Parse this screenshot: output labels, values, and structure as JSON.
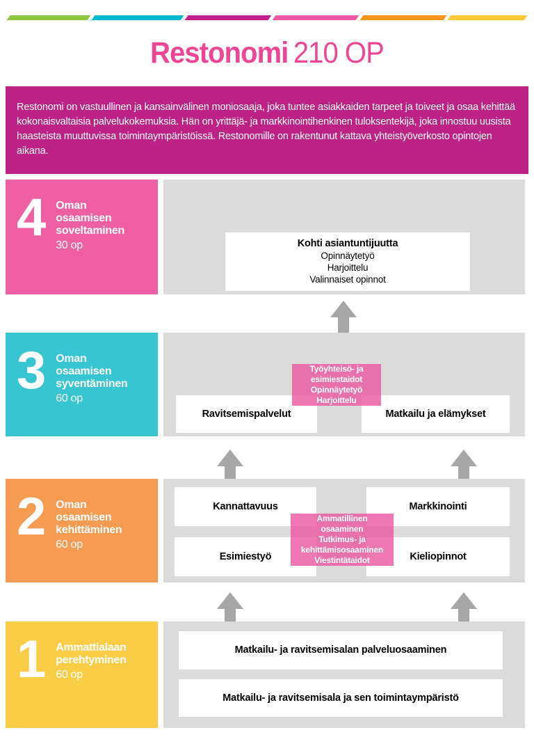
{
  "header": {
    "title_main": "Restonomi",
    "title_suffix": "210 OP"
  },
  "intro": {
    "text": "Restonomi on vastuullinen ja kansainvälinen moniosaaja, joka tuntee asiakkaiden tarpeet ja toiveet ja osaa kehittää kokonaisvaltaisia palvelukokemuksia. Hän on yrittäjä- ja markkinointihenkinen tuloksentekijä, joka innostuu uusista haasteista muuttuvissa toimintaympäristöissä. Restonomille on rakentunut kattava yhteistyöverkosto opintojen aikana."
  },
  "stripe": {
    "colors": [
      "#8DC63F",
      "#00B9CE",
      "#C11C8B",
      "#EE5AA4",
      "#F7941E",
      "#FEC832"
    ]
  },
  "colors": {
    "title_pink": "#EE4695",
    "intro_bg": "#BE2286",
    "level4_pink": "#EF60A3",
    "level3_cyan": "#36C5D1",
    "level2_orange": "#F59B52",
    "level1_yellow": "#FBCD46",
    "panel_gray": "#DBDBDB",
    "arrow_gray": "#A7A7A7",
    "overlay_pink": "#EC569F"
  },
  "levels": [
    {
      "number": "4",
      "title_lines": [
        "Oman",
        "osaamisen",
        "soveltaminen"
      ],
      "credits": "30 op",
      "main_box": {
        "title": "Kohti asiantuntijuutta",
        "items": [
          "Opinnäytetyö",
          "Harjoittelu",
          "Valinnaiset opinnot"
        ]
      }
    },
    {
      "number": "3",
      "title_lines": [
        "Oman",
        "osaamisen",
        "syventäminen"
      ],
      "credits": "60 op",
      "boxes": [
        "Ravitsemispalvelut",
        "Matkailu ja elämykset"
      ],
      "overlay_lines": [
        "Työyhteisö- ja",
        "esimiestaidot",
        "Opinnäytetyö",
        "Harjoittelu"
      ]
    },
    {
      "number": "2",
      "title_lines": [
        "Oman",
        "osaamisen",
        "kehittäminen"
      ],
      "credits": "60 op",
      "boxes": [
        "Kannattavuus",
        "Markkinointi",
        "Esimiestyö",
        "Kieliopinnot"
      ],
      "overlay_lines": [
        "Ammatillinen",
        "osaaminen",
        "Tutkimus- ja",
        "kehittämisosaaminen",
        "Viestintätaidot"
      ]
    },
    {
      "number": "1",
      "title_lines": [
        "Ammattialaan",
        "perehtyminen"
      ],
      "credits": "60 op",
      "boxes": [
        "Matkailu- ja ravitsemisalan palveluosaaminen",
        "Matkailu- ja ravitsemisala ja sen toimintaympäristö"
      ]
    }
  ]
}
